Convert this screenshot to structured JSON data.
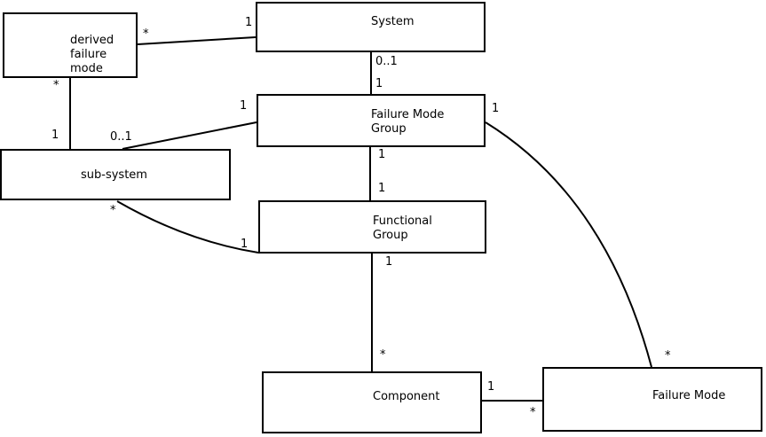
{
  "diagram": {
    "title": "failure-mode class diagram",
    "colors": {
      "background": "#ffffff",
      "line": "#000000",
      "text": "#000000",
      "node_fill": "#ffffff"
    },
    "nodes": {
      "derived_failure_mode": {
        "label": "derived\nfailure\nmode"
      },
      "system": {
        "label": "System"
      },
      "failure_mode_group": {
        "label": "Failure Mode\nGroup"
      },
      "sub_system": {
        "label": "sub-system"
      },
      "functional_group": {
        "label": "Functional\nGroup"
      },
      "component": {
        "label": "Component"
      },
      "failure_mode": {
        "label": "Failure Mode"
      }
    },
    "edges": [
      {
        "from": "derived failure mode",
        "to": "System",
        "from_mult": "*",
        "to_mult": "1"
      },
      {
        "from": "derived failure mode",
        "to": "sub-system",
        "from_mult": "*",
        "to_mult": "1"
      },
      {
        "from": "System",
        "to": "Failure Mode Group",
        "from_mult": "0..1",
        "to_mult": "1"
      },
      {
        "from": "sub-system",
        "to": "Failure Mode Group",
        "from_mult": "0..1",
        "to_mult": "1"
      },
      {
        "from": "Failure Mode Group",
        "to": "Functional Group",
        "from_mult": "1",
        "to_mult": "1"
      },
      {
        "from": "sub-system",
        "to": "Functional Group",
        "from_mult": "*",
        "to_mult": "1"
      },
      {
        "from": "Failure Mode Group",
        "to": "Failure Mode",
        "from_mult": "1",
        "to_mult": "*"
      },
      {
        "from": "Functional Group",
        "to": "Component",
        "from_mult": "1",
        "to_mult": "*"
      },
      {
        "from": "Component",
        "to": "Failure Mode",
        "from_mult": "1",
        "to_mult": "*"
      }
    ]
  }
}
